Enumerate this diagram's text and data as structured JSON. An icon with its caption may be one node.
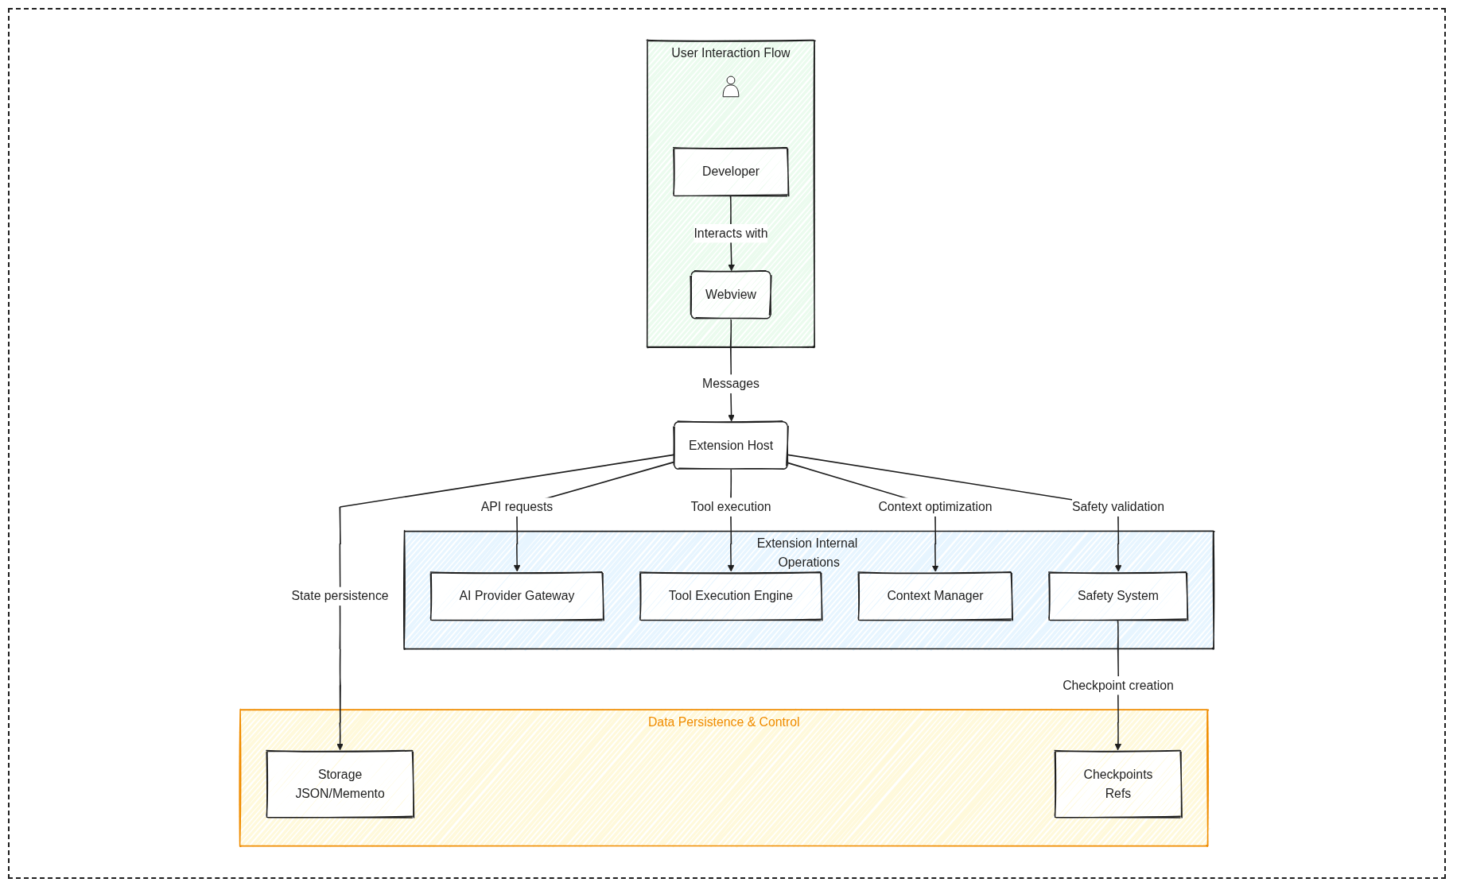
{
  "diagram": {
    "nodes": [
      {
        "text": [
          "User Interaction Flow"
        ]
      },
      {
        "text": [],
        "shape": "person",
        "in": 0
      },
      {
        "text": [
          "Developer"
        ],
        "in": 0
      },
      {
        "text": [
          "Webview"
        ],
        "in": 0
      },
      {
        "text": [
          "Extension Host"
        ]
      },
      {
        "text": [
          "Extension Internal Operations"
        ]
      },
      {
        "text": [
          "AI Provider Gateway"
        ],
        "in": 5
      },
      {
        "text": [
          "Tool Execution Engine"
        ],
        "in": 5
      },
      {
        "text": [
          "Context Manager"
        ],
        "in": 5
      },
      {
        "text": [
          "Safety System"
        ],
        "in": 5
      },
      {
        "text": [
          "Data Persistence & Control"
        ]
      },
      {
        "text": [
          "Storage",
          "JSON/Memento"
        ],
        "in": 10
      },
      {
        "text": [
          "Checkpoints",
          "Refs"
        ],
        "in": 10
      }
    ],
    "edges": [
      {
        "from": 2,
        "to": 3,
        "arrow": "to",
        "label": "Interacts with"
      },
      {
        "from": 3,
        "to": 4,
        "arrow": "to",
        "label": "Messages"
      },
      {
        "from": 4,
        "to": 11,
        "arrow": "to",
        "label": "State persistence"
      },
      {
        "from": 4,
        "to": 6,
        "arrow": "to",
        "label": "API requests"
      },
      {
        "from": 4,
        "to": 7,
        "arrow": "to",
        "label": "Tool execution"
      },
      {
        "from": 4,
        "to": 8,
        "arrow": "to",
        "label": "Context optimization"
      },
      {
        "from": 4,
        "to": 9,
        "arrow": "to",
        "label": "Safety validation"
      },
      {
        "from": 9,
        "to": 12,
        "arrow": "to",
        "label": "Checkpoint creation"
      }
    ]
  }
}
